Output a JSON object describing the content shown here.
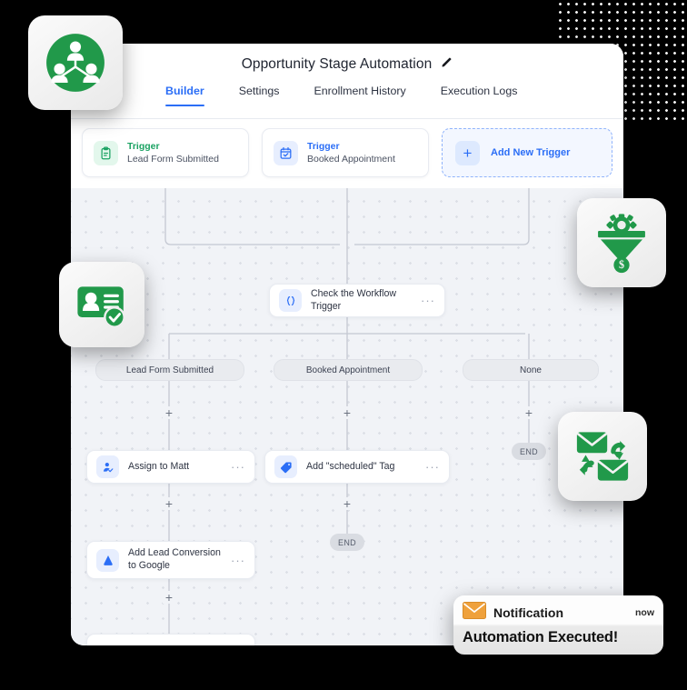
{
  "window": {
    "title": "Opportunity Stage Automation",
    "edit_icon": "pencil-icon"
  },
  "tabs": [
    {
      "label": "Builder",
      "active": true
    },
    {
      "label": "Settings",
      "active": false
    },
    {
      "label": "Enrollment History",
      "active": false
    },
    {
      "label": "Execution Logs",
      "active": false
    }
  ],
  "triggers": [
    {
      "kind": "Trigger",
      "name": "Lead Form Submitted",
      "icon": "clipboard-icon",
      "accent": "#1aa262"
    },
    {
      "kind": "Trigger",
      "name": "Booked Appointment",
      "icon": "calendar-check-icon",
      "accent": "#2b6ef6"
    }
  ],
  "add_trigger": {
    "label": "Add New Trigger",
    "icon": "plus-icon",
    "accent": "#2b6ef6"
  },
  "workflow": {
    "root_node": {
      "label": "Check the Workflow Trigger",
      "icon": "code-braces-icon",
      "menu": "···"
    },
    "branches": [
      {
        "label": "Lead Form Submitted"
      },
      {
        "label": "Booked Appointment"
      },
      {
        "label": "None"
      }
    ],
    "actions": [
      {
        "label": "Assign to Matt",
        "icon": "assign-user-icon",
        "menu": "···"
      },
      {
        "label": "Add \"scheduled\" Tag",
        "icon": "tag-icon",
        "menu": "···"
      },
      {
        "label": "Add Lead Conversion to Google",
        "icon": "google-ads-icon",
        "menu": "···"
      }
    ],
    "end_label": "END",
    "add_step_icon": "plus-icon"
  },
  "floating_icons": [
    {
      "name": "team-contacts-icon",
      "color": "#1f9c4a"
    },
    {
      "name": "sales-funnel-icon",
      "color": "#1f9c4a"
    },
    {
      "name": "contact-card-verified-icon",
      "color": "#1f9c4a"
    },
    {
      "name": "email-sync-icon",
      "color": "#1f9c4a"
    }
  ],
  "notification": {
    "icon": "envelope-icon",
    "title": "Notification",
    "time": "now",
    "message": "Automation Executed!"
  }
}
